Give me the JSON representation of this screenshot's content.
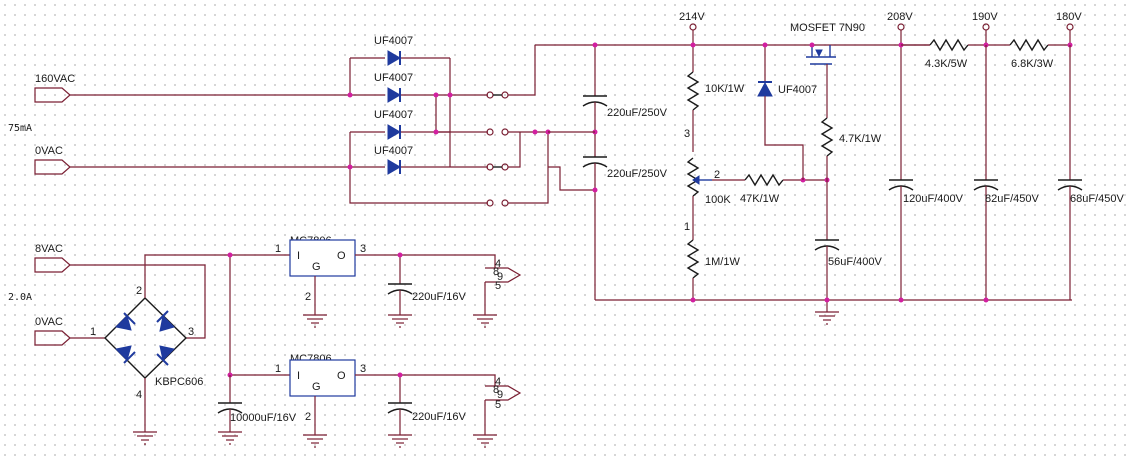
{
  "ports": {
    "ac160": "160VAC",
    "ac0_top": "0VAC",
    "ac8": "8VAC",
    "ac0_bottom": "0VAC"
  },
  "notes": {
    "current_top": "75mA",
    "current_bottom": "2.0A"
  },
  "rails": {
    "v214": "214V",
    "v208": "208V",
    "v190": "190V",
    "v180": "180V"
  },
  "parts": {
    "d1": "UF4007",
    "d2": "UF4007",
    "d3": "UF4007",
    "d4": "UF4007",
    "d5": "UF4007",
    "mosfet": "MOSFET 7N90",
    "c1": "220uF/250V",
    "c2": "220uF/250V",
    "r1": "10K/1W",
    "pot": "100K",
    "r2": "47K/1W",
    "r3": "4.7K/1W",
    "r4": "1M/1W",
    "c3": "56uF/400V",
    "c4": "120uF/400V",
    "r5": "4.3K/5W",
    "c5": "82uF/450V",
    "r6": "6.8K/3W",
    "c6": "68uF/450V",
    "reg1": "MC7806",
    "reg2": "MC7806",
    "c7": "220uF/16V",
    "c8": "220uF/16V",
    "c9": "10000uF/16V",
    "bridge": "KBPC606"
  },
  "pins": {
    "pot_3": "3",
    "pot_2": "2",
    "pot_1": "1",
    "br_1": "1",
    "br_2": "2",
    "br_3": "3",
    "br_4": "4",
    "r1_in": "1",
    "r1_out": "3",
    "r1_gnd": "2",
    "r2_in": "1",
    "r2_out": "3",
    "r2_gnd": "2",
    "con1_a": "4",
    "con1_b": "8",
    "con1_c": "9",
    "con1_d": "5",
    "con2_a": "4",
    "con2_b": "8",
    "con2_c": "9",
    "con2_d": "5"
  },
  "regulator_pins": {
    "in": "I",
    "out": "O",
    "gnd": "G"
  },
  "colors": {
    "wire": "#7a1f33",
    "component": "#1f3a9e",
    "junction": "#d21fa0"
  }
}
